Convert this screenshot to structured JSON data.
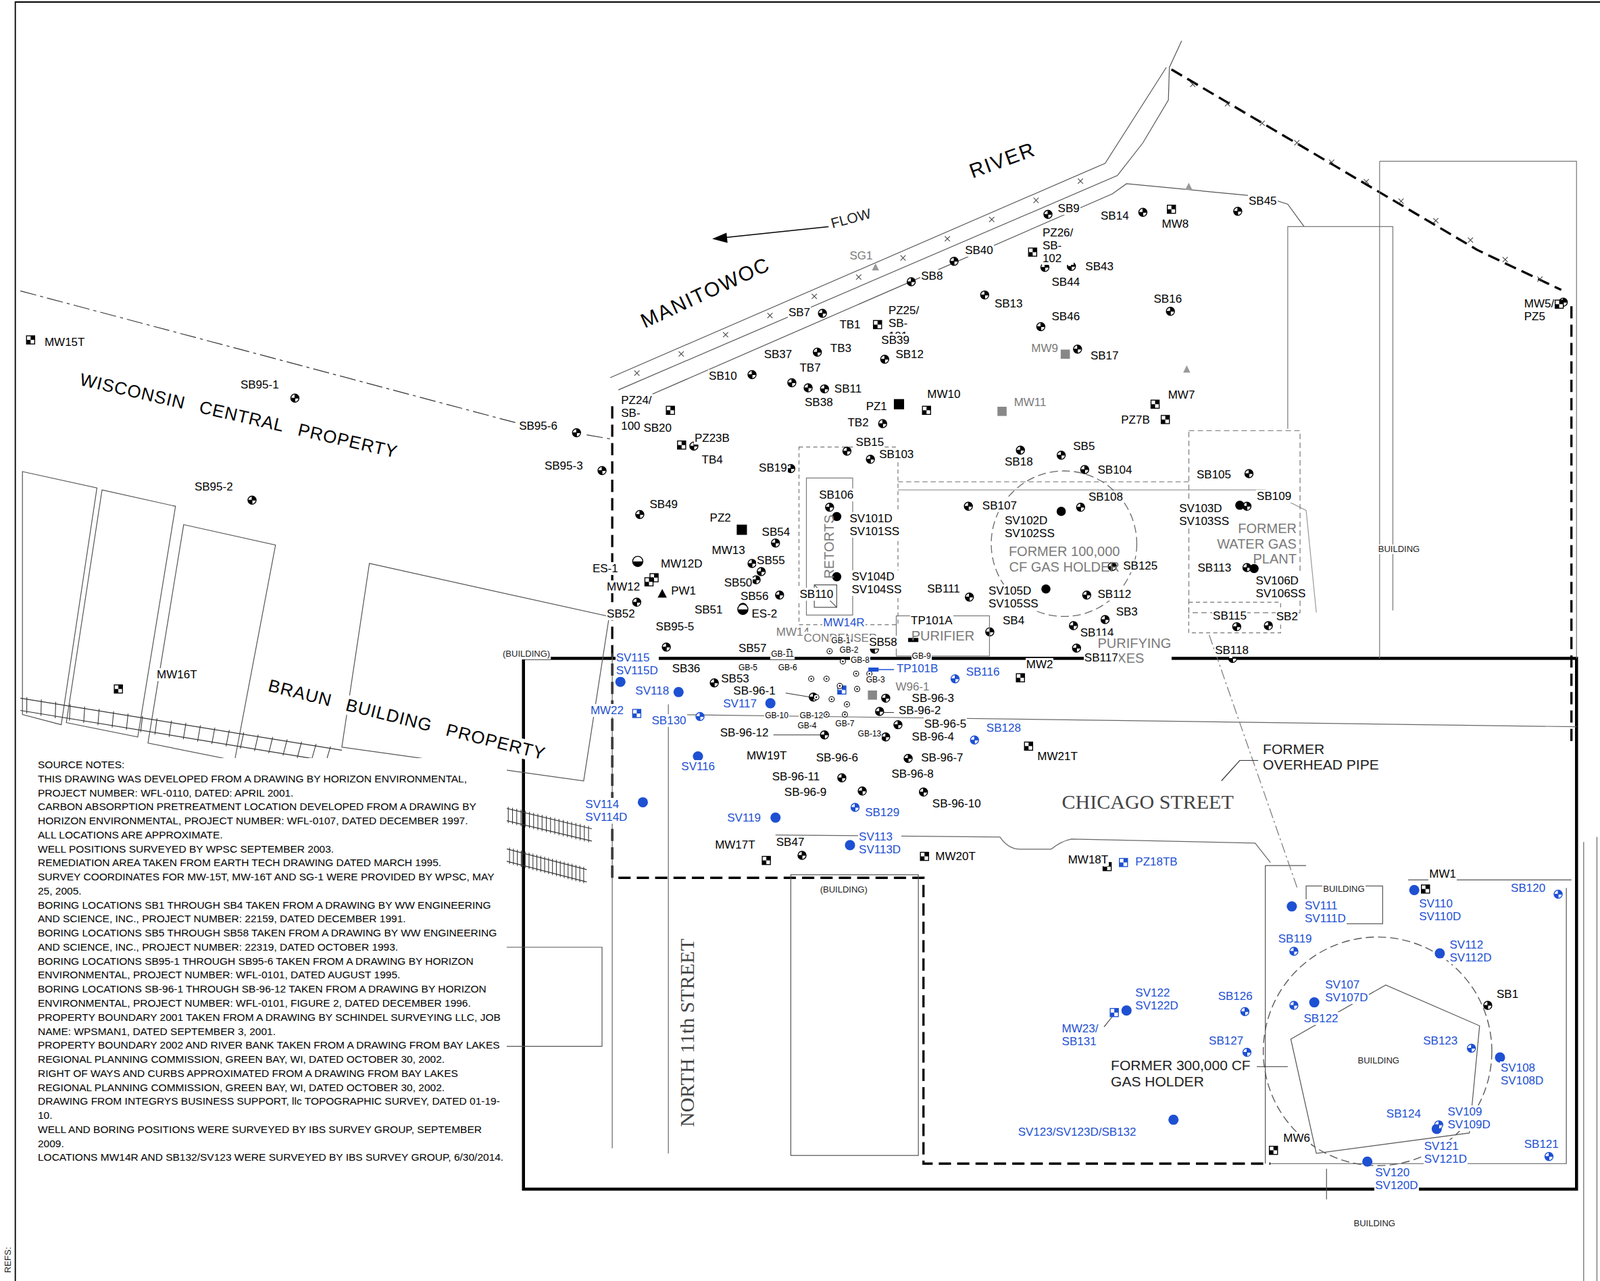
{
  "diagram": {
    "nodes": [
      {
        "text": [
          "FORMER 100,000 CF GAS HOLDER"
        ]
      },
      {
        "text": [
          "FORMER WATER GAS PLANT"
        ]
      },
      {
        "text": [
          "RETORTS"
        ]
      },
      {
        "text": [
          "PURIFIER"
        ]
      }
    ],
    "labels": [
      "RIVER",
      "FLOW",
      "MANITOWOC",
      "SG1",
      "SB9",
      "SB14",
      "MW8",
      "SB45",
      "PZ26/ SB-102",
      "SB43",
      "SB44",
      "SB40",
      "SB8",
      "SB13",
      "SB16",
      "SB46",
      "MW9",
      "SB17",
      "SB7",
      "TB1",
      "PZ25/ SB-101",
      "SB39",
      "TB3",
      "SB12",
      "SB37",
      "TB7",
      "SB10",
      "SB11",
      "SB38",
      "MW10",
      "PZ1",
      "MW11",
      "MW7",
      "PZ7B",
      "TB2",
      "SB15",
      "SB103",
      "SB5",
      "SB18",
      "SB104",
      "SB105",
      "SB109",
      "SB19",
      "PZ24/ SB-100",
      "SB20",
      "PZ23B",
      "TB4",
      "MW15T",
      "SB95-1",
      "WISCONSIN CENTRAL PROPERTY",
      "SB95-6",
      "SB95-3",
      "SB95-2",
      "SB49",
      "SB106",
      "SV101D SV101SS",
      "SB107",
      "SB108",
      "SV102D SV102SS",
      "SV103D SV103SS",
      "SB113",
      "SV106D SV106SS",
      "BUILDING",
      "PZ2",
      "SB54",
      "MW13",
      "SB55",
      "MW12D",
      "ES-1",
      "MW12",
      "PW1",
      "SB50",
      "SV104D SV104SS",
      "SB56",
      "SB110",
      "SB111",
      "SV105D SV105SS",
      "SB125",
      "SB112",
      "SB51",
      "ES-2",
      "SB52",
      "SB3",
      "SB4",
      "SB115",
      "SB2",
      "TP101A",
      "SB95-5",
      "SB114",
      "MW14",
      "CONDENSER",
      "MW14R",
      "SB57",
      "SB58",
      "PURIFYING BOXES",
      "SB117",
      "SB118",
      "MW2",
      "GB-1",
      "GB-2",
      "GB-8",
      "GB-9",
      "GB-11",
      "GB-5",
      "GB-6",
      "GB-3",
      "GB-10",
      "GB-12",
      "GB-4",
      "GB-7",
      "GB-13",
      "TP101B",
      "SB116",
      "W96-1",
      "SB36",
      "SV115 SV115D",
      "SV118",
      "SB53",
      "SB-96-1",
      "SV117",
      "SB-96-3",
      "SB-96-2",
      "SB-96-5",
      "SB-96-4",
      "SB128",
      "MW22",
      "SB130",
      "SB-96-12",
      "MW19T",
      "SB-96-6",
      "SB-96-7",
      "MW21T",
      "SV116",
      "SB-96-11",
      "SB-96-8",
      "SB-96-9",
      "SB-96-10",
      "SB129",
      "SV114 SV114D",
      "SV119",
      "MW17T",
      "SB47",
      "SV113 SV113D",
      "MW20T",
      "MW18T",
      "PZ18TB",
      "CHICAGO STREET",
      "FORMER OVERHEAD PIPE",
      "NORTH 11th STREET",
      "BRAUN BUILDING PROPERTY",
      "MW16T",
      "(BUILDING)",
      "(BUILDING)",
      "MW5/ PZ5",
      "MW1",
      "SB120",
      "SV111 SV111D",
      "BUILDING",
      "SV110 SV110D",
      "SB119",
      "SV112 SV112D",
      "SV107 SV107D",
      "SB126",
      "SV122 SV122D",
      "SB1",
      "SB122",
      "MW23/ SB131",
      "SB127",
      "SB123",
      "FORMER 300,000 CF GAS HOLDER",
      "BUILDING",
      "SV108 SV108D",
      "SB124",
      "SV109 SV109D",
      "SV123/SV123D/SB132",
      "SV121 SV121D",
      "SB121",
      "MW6",
      "SV120 SV120D",
      "BUILDING",
      "REFS:",
      "SOURCE NOTES:",
      "THIS DRAWING WAS DEVELOPED FROM A DRAWING BY HORIZON ENVIRONMENTAL, PROJECT NUMBER: WFL-0110, DATED: APRIL 2001.",
      "CARBON ABSORPTION PRETREATMENT LOCATION DEVELOPED FROM A DRAWING BY HORIZON ENVIRONMENTAL, PROJECT NUMBER: WFL-0107, DATED DECEMBER 1997.",
      "ALL LOCATIONS ARE APPROXIMATE.",
      "WELL POSITIONS SURVEYED BY WPSC SEPTEMBER 2003.",
      "REMEDIATION AREA TAKEN FROM EARTH TECH DRAWING DATED MARCH 1995.",
      "SURVEY COORDINATES FOR MW-15T, MW-16T AND SG-1 WERE PROVIDED BY WPSC, MAY 25, 2005.",
      "BORING LOCATIONS SB1 THROUGH SB4 TAKEN FROM A DRAWING BY WW ENGINEERING AND SCIENCE, INC., PROJECT NUMBER: 22159, DATED DECEMBER 1991.",
      "BORING LOCATIONS SB5 THROUGH SB58 TAKEN FROM A DRAWING BY WW ENGINEERING AND SCIENCE, INC., PROJECT NUMBER: 22319, DATED OCTOBER 1993.",
      "BORING LOCATIONS SB95-1 THROUGH SB95-6 TAKEN FROM A DRAWING BY HORIZON ENVIRONMENTAL, PROJECT NUMBER: WFL-0101, DATED AUGUST 1995.",
      "BORING LOCATIONS SB-96-1 THROUGH SB-96-12 TAKEN FROM A DRAWING BY HORIZON ENVIRONMENTAL, PROJECT NUMBER: WFL-0101, FIGURE 2, DATED DECEMBER 1996.",
      "PROPERTY BOUNDARY 2001 TAKEN FROM A DRAWING BY SCHINDEL SURVEYING LLC, JOB NAME: WPSMAN1, DATED SEPTEMBER 3, 2001.",
      "PROPERTY BOUNDARY 2002 AND RIVER BANK TAKEN FROM A DRAWING FROM BAY LAKES REGIONAL PLANNING COMMISSION, GREEN BAY, WI, DATED OCTOBER 30, 2002.",
      "RIGHT OF WAYS AND CURBS APPROXIMATED FROM A DRAWING FROM BAY LAKES REGIONAL PLANNING COMMISSION, GREEN BAY, WI, DATED OCTOBER 30, 2002.",
      "DRAWING FROM INTEGRYS BUSINESS SUPPORT, llc TOPOGRAPHIC SURVEY, DATED 01-19-10.",
      "WELL AND BORING POSITIONS WERE SURVEYED BY IBS SURVEY GROUP, SEPTEMBER 2009.",
      "LOCATIONS MW14R AND SB132/SV123 WERE SURVEYED BY IBS SURVEY GROUP, 6/30/2014."
    ]
  }
}
